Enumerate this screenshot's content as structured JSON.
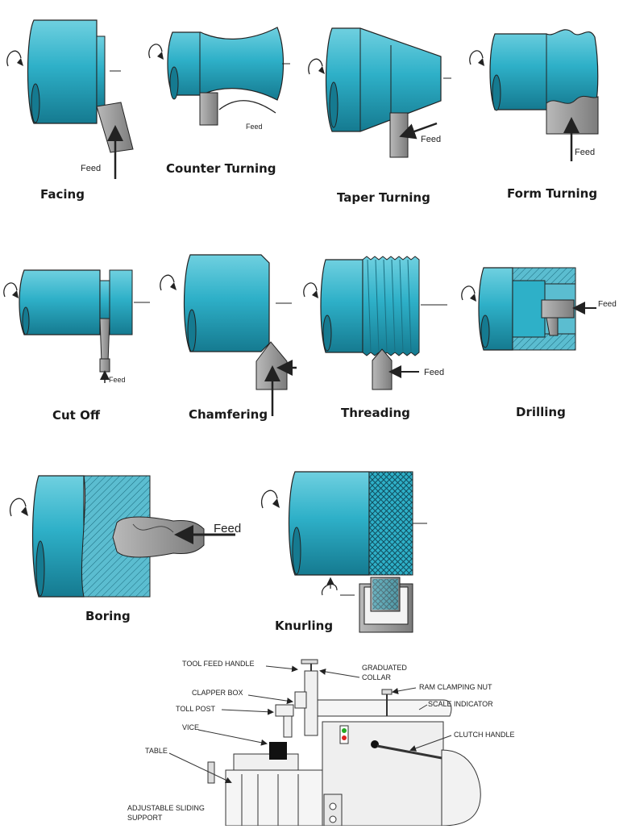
{
  "operations": [
    {
      "name": "Facing"
    },
    {
      "name": "Counter Turning"
    },
    {
      "name": "Taper Turning"
    },
    {
      "name": "Form Turning"
    },
    {
      "name": "Cut Off"
    },
    {
      "name": "Chamfering"
    },
    {
      "name": "Threading"
    },
    {
      "name": "Drilling"
    },
    {
      "name": "Boring"
    },
    {
      "name": "Knurling"
    }
  ],
  "feed_label": "Feed",
  "shaper_labels": {
    "tool_feed_handle": "TOOL FEED HANDLE",
    "graduated_collar_1": "GRADUATED",
    "graduated_collar_2": "COLLAR",
    "ram_clamping_nut": "RAM CLAMPING NUT",
    "clapper_box": "CLAPPER BOX",
    "scale_indicator": "SCALE INDICATOR",
    "toll_post": "TOLL POST",
    "vice": "VICE",
    "clutch_handle": "CLUTCH HANDLE",
    "table": "TABLE",
    "adjustable_sliding_support_1": "ADJUSTABLE SLIDING",
    "adjustable_sliding_support_2": "SUPPORT"
  },
  "colors": {
    "workpiece": "#2eb0c8",
    "workpiece_dark": "#1a7f96",
    "tool": "#9a9a9a",
    "ink": "#222222"
  }
}
